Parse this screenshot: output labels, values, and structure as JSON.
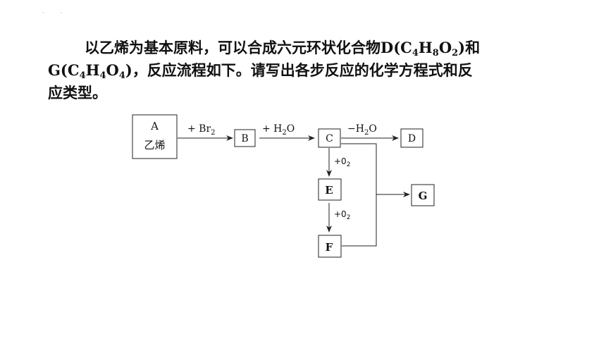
{
  "problem": {
    "line1_a": "以乙烯为基本原料，可以合成六元环状化合物",
    "line1_formula_prefix": "D(C",
    "line1_formula_sub1": "4",
    "line1_formula_mid1": "H",
    "line1_formula_sub2": "8",
    "line1_formula_mid2": "O",
    "line1_formula_sub3": "2",
    "line1_formula_suffix": ")",
    "line1_b": "和",
    "line2_formula_prefix": "G(C",
    "line2_formula_sub1": "4",
    "line2_formula_mid1": "H",
    "line2_formula_sub2": "4",
    "line2_formula_mid2": "O",
    "line2_formula_sub3": "4",
    "line2_formula_suffix": ")",
    "line2_text": "，反应流程如下。请写出各步反应的化学方程式和反",
    "line3_text": "应类型。"
  },
  "diagram": {
    "nodes": {
      "A_letter": "A",
      "A_name": "乙烯",
      "B": "B",
      "C": "C",
      "D": "D",
      "E": "E",
      "F": "F",
      "G": "G"
    },
    "edges": {
      "AB_reagent": "+ Br",
      "AB_sub": "2",
      "BC_reagent": "+ H",
      "BC_sub": "2",
      "BC_tail": "O",
      "CD_reagent": "−H",
      "CD_sub": "2",
      "CD_tail": "O",
      "CE_reagent": "+0",
      "CE_sub": "2",
      "EF_reagent": "+0",
      "EF_sub": "2"
    }
  }
}
